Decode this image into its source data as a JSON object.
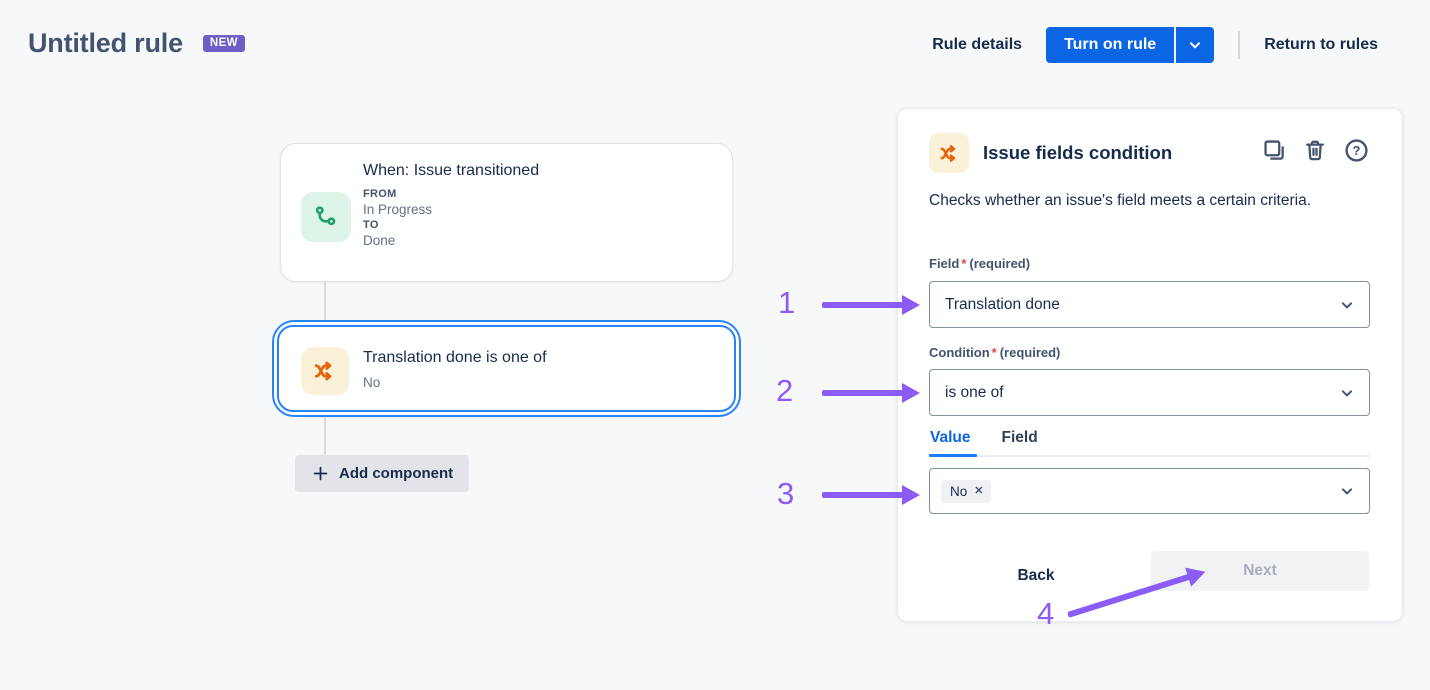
{
  "header": {
    "title": "Untitled rule",
    "badge": "NEW",
    "rule_details_label": "Rule details",
    "turn_on_rule_label": "Turn on rule",
    "return_to_rules_label": "Return to rules"
  },
  "canvas": {
    "trigger_card": {
      "title": "When: Issue transitioned",
      "from_label": "FROM",
      "from_value": "In Progress",
      "to_label": "TO",
      "to_value": "Done"
    },
    "condition_card": {
      "title": "Translation done is one of",
      "value": "No"
    },
    "add_component_label": "Add component"
  },
  "panel": {
    "title": "Issue fields condition",
    "description": "Checks whether an issue's field meets a certain criteria.",
    "field": {
      "label": "Field",
      "required_marker": "*",
      "required_text": "(required)",
      "value": "Translation done"
    },
    "condition": {
      "label": "Condition",
      "required_marker": "*",
      "required_text": "(required)",
      "value": "is one of"
    },
    "tabs": [
      {
        "label": "Value",
        "active": true
      },
      {
        "label": "Field",
        "active": false
      }
    ],
    "value_select": {
      "tags": [
        {
          "label": "No",
          "remove_glyph": "✕"
        }
      ]
    },
    "back_label": "Back",
    "next_label": "Next"
  },
  "annotations": {
    "steps": [
      "1",
      "2",
      "3",
      "4"
    ]
  },
  "icons": {
    "trigger": "issue-transitioned-icon",
    "condition": "shuffle-condition-icon",
    "panel_actions": [
      "duplicate-icon",
      "trash-icon",
      "help-icon"
    ],
    "select": "chevron-down-icon",
    "add": "plus-icon",
    "tag_remove": "close-icon"
  },
  "colors": {
    "accent_blue": "#0C66E4",
    "selected_blue": "#2684FF",
    "annotation_purple": "#8B5CF6",
    "condition_orange": "#E8610A",
    "trigger_green": "#22A06B",
    "badge_purple": "#6E5DC6",
    "page_bg": "#F7F8F9"
  }
}
